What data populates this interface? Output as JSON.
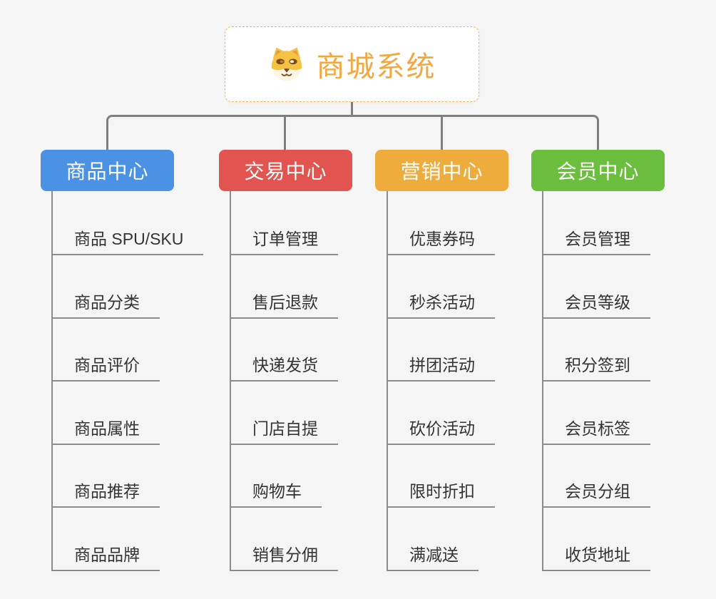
{
  "root": {
    "title": "商城系统",
    "icon": "dog-face-icon"
  },
  "branches": [
    {
      "label": "商品中心",
      "color": "#4B92E5",
      "children": [
        "商品 SPU/SKU",
        "商品分类",
        "商品评价",
        "商品属性",
        "商品推荐",
        "商品品牌"
      ]
    },
    {
      "label": "交易中心",
      "color": "#E2544F",
      "children": [
        "订单管理",
        "售后退款",
        "快递发货",
        "门店自提",
        "购物车",
        "销售分佣"
      ]
    },
    {
      "label": "营销中心",
      "color": "#EEAC3D",
      "children": [
        "优惠券码",
        "秒杀活动",
        "拼团活动",
        "砍价活动",
        "限时折扣",
        "满减送"
      ]
    },
    {
      "label": "会员中心",
      "color": "#6CBE3E",
      "children": [
        "会员管理",
        "会员等级",
        "积分签到",
        "会员标签",
        "会员分组",
        "收货地址"
      ]
    }
  ],
  "colors": {
    "background": "#F5F5F5",
    "connector_line": "#7F7F7F",
    "child_line": "#8C8C8C",
    "child_text": "#333333",
    "root_border": "#F0B860",
    "root_text": "#F2A83E",
    "branch_text": "#FFFFFF"
  }
}
